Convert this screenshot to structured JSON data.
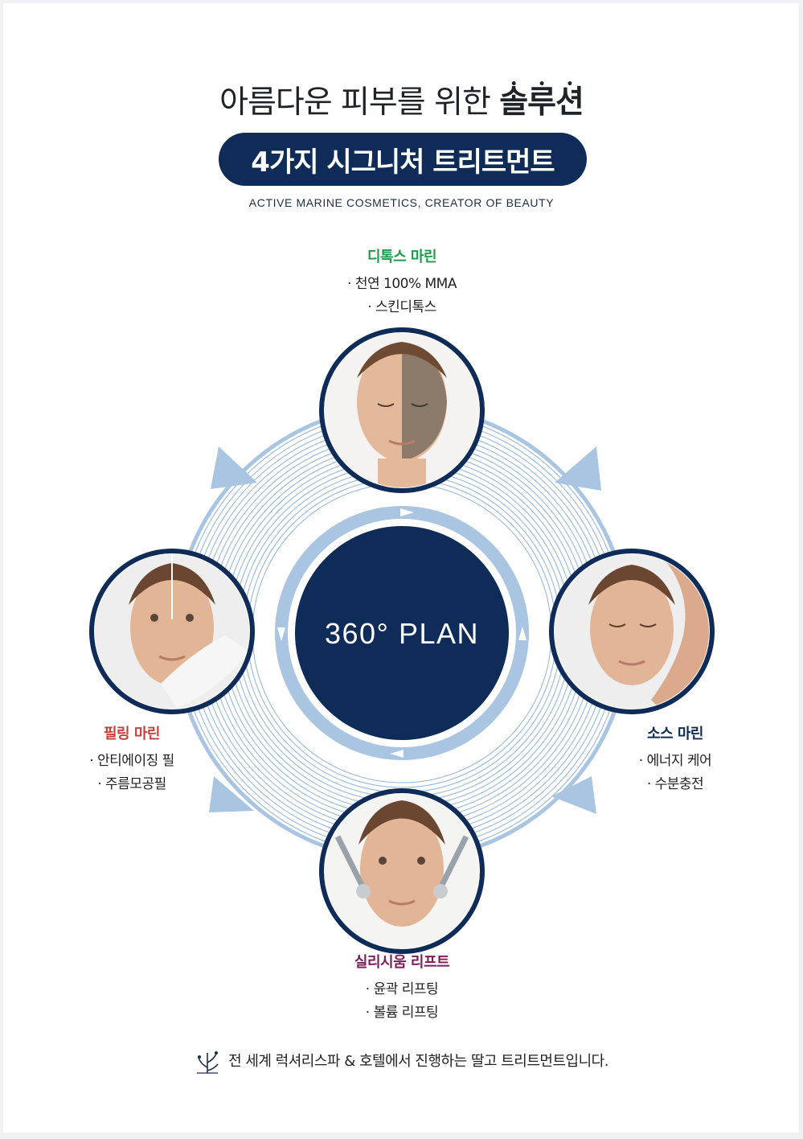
{
  "header": {
    "headline_prefix": "아름다운 피부를 위한 ",
    "headline_emphasis": "솔루션",
    "badge": "4가지 시그니처 트리트먼트",
    "subtitle": "ACTIVE MARINE COSMETICS, CREATOR OF BEAUTY"
  },
  "center": {
    "label": "360° PLAN"
  },
  "treatments": [
    {
      "title": "디톡스 마린",
      "color": "#1f9a4c",
      "items": [
        "· 천연 100% MMA",
        "· 스킨디톡스"
      ]
    },
    {
      "title": "소스 마린",
      "color": "#0e2c57",
      "items": [
        "· 에너지 케어",
        "· 수분충전"
      ]
    },
    {
      "title": "실리시움 리프트",
      "color": "#7a1e5a",
      "items": [
        "· 윤곽 리프팅",
        "· 볼륨 리프팅"
      ]
    },
    {
      "title": "필링 마린",
      "color": "#c2413a",
      "items": [
        "· 안티에이징 필",
        "· 주름모공필"
      ]
    }
  ],
  "colors": {
    "navy": "#0e2c57",
    "ring": "#a9c5e1",
    "ring_dark": "#8fb3d8"
  },
  "footer": {
    "text": "전 세계 럭셔리스파 & 호텔에서 진행하는 딸고 트리트먼트입니다."
  }
}
